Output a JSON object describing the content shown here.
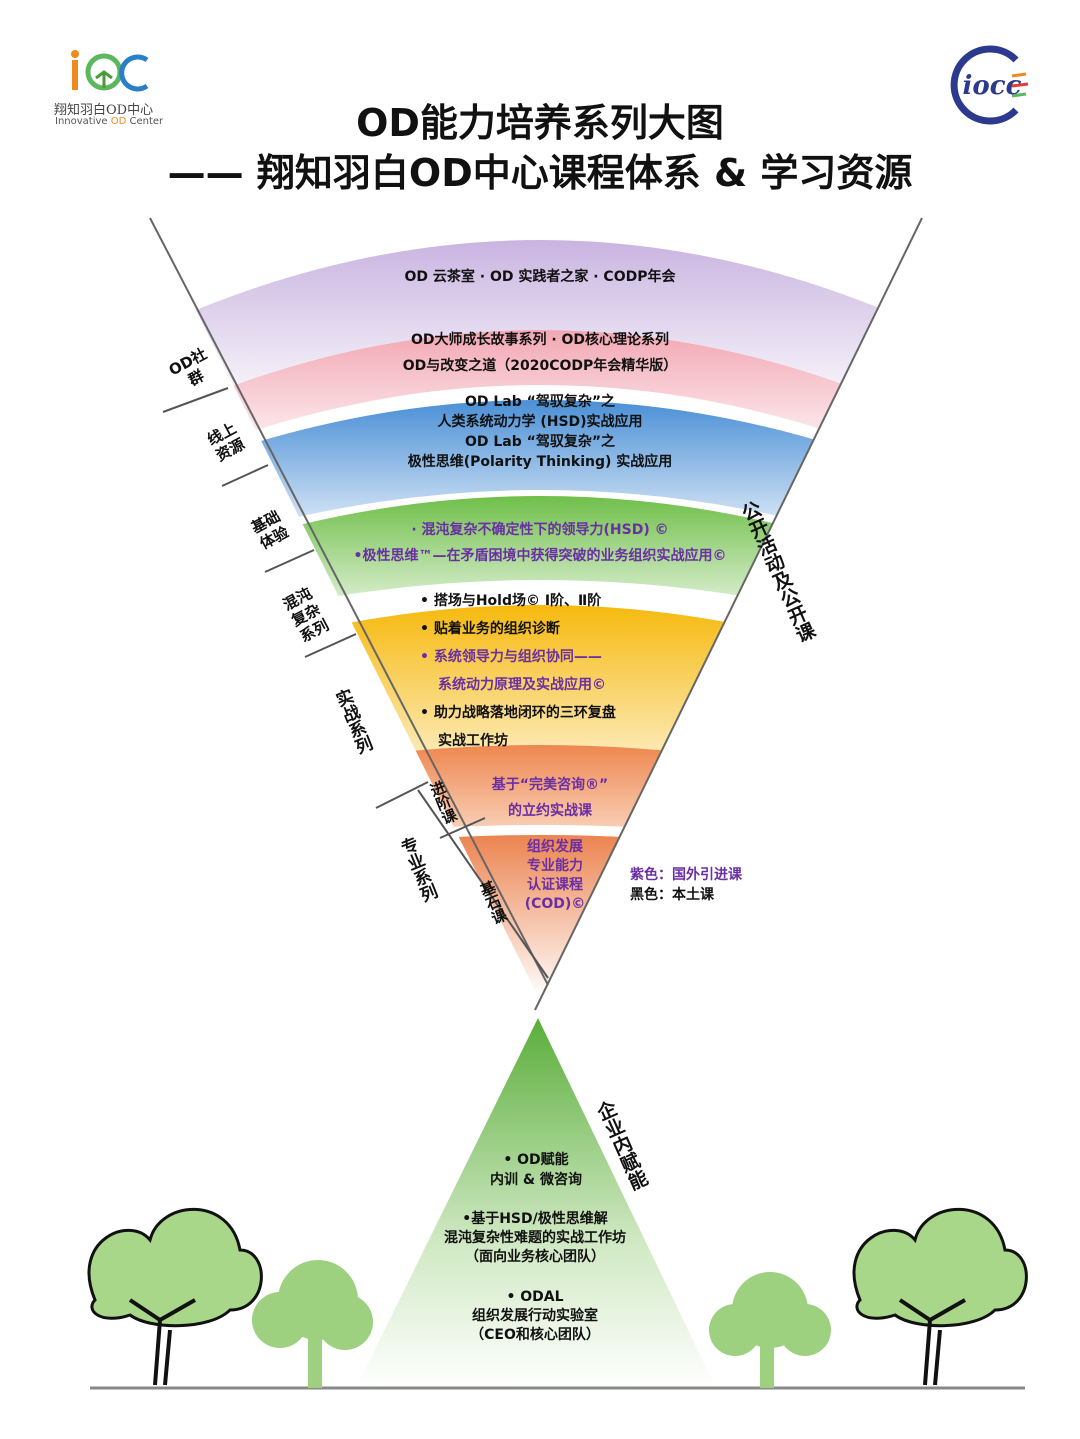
{
  "logo_left": {
    "letters": "iOC",
    "name_cn": "翔知羽白OD中心",
    "name_en_prefix": "Innovative ",
    "name_en_od": "OD",
    "name_en_suffix": " Center"
  },
  "logo_right": {
    "letters": "iocc"
  },
  "title": {
    "line1": "OD能力培养系列大图",
    "line2": "—— 翔知羽白OD中心课程体系 & 学习资源"
  },
  "bands": [
    {
      "lines": [
        "OD 云茶室 · OD 实践者之家 · CODP年会"
      ]
    },
    {
      "lines": [
        "OD大师成长故事系列 · OD核心理论系列",
        "OD与改变之道（2020CODP年会精华版）"
      ]
    },
    {
      "lines": [
        "OD Lab “驾驭复杂”之",
        "人类系统动力学 (HSD)实战应用",
        "OD Lab “驾驭复杂”之",
        "极性思维(Polarity Thinking) 实战应用"
      ]
    },
    {
      "lines": [
        "· 混沌复杂不确定性下的领导力(HSD) ©",
        "•极性思维™—在矛盾困境中获得突破的业务组织实战应用©"
      ]
    },
    {
      "lines": [
        "• 搭场与Hold场© Ⅰ阶、Ⅱ阶",
        "• 贴着业务的组织诊断",
        "• 系统领导力与组织协同——",
        "系统动力原理及实战应用©",
        "• 助力战略落地闭环的三环复盘",
        "实战工作坊"
      ]
    },
    {
      "lines": [
        "基于“完美咨询®”",
        "的立约实战课"
      ]
    },
    {
      "lines": [
        "组织发展",
        "专业能力",
        "认证课程",
        "(COD)©"
      ]
    }
  ],
  "left_labels": {
    "od_community": "OD社群",
    "online": "线上资源",
    "basic": "基础体验",
    "chaos": "混沌复杂系列",
    "practice": "实战系列",
    "advanced": "进阶课",
    "cornerstone": "基石课",
    "professional": "专业系列"
  },
  "right_label": "公开活动及公开课",
  "legend": {
    "purple": "紫色：国外引进课",
    "black": "黑色：本土课"
  },
  "pyramid": {
    "label": "企业内赋能",
    "blocks": [
      {
        "lines": [
          "• OD赋能",
          "内训 & 微咨询"
        ]
      },
      {
        "lines": [
          "•基于HSD/极性思维解",
          "混沌复杂性难题的实战工作坊",
          "（面向业务核心团队）"
        ]
      },
      {
        "lines": [
          "• ODAL",
          "组织发展行动实验室",
          "（CEO和核心团队）"
        ]
      }
    ]
  },
  "colors": {
    "band1": "#d9c8e8",
    "band2": "#f3b3bd",
    "band3": "#5b9ad8",
    "band4": "#7cc35a",
    "band5": "#f7c320",
    "band6": "#ee8e5a",
    "band7": "#ec8a54",
    "purple_text": "#6a2fa3",
    "tree": "#9dd07f",
    "pyramid": "#6db84a"
  }
}
